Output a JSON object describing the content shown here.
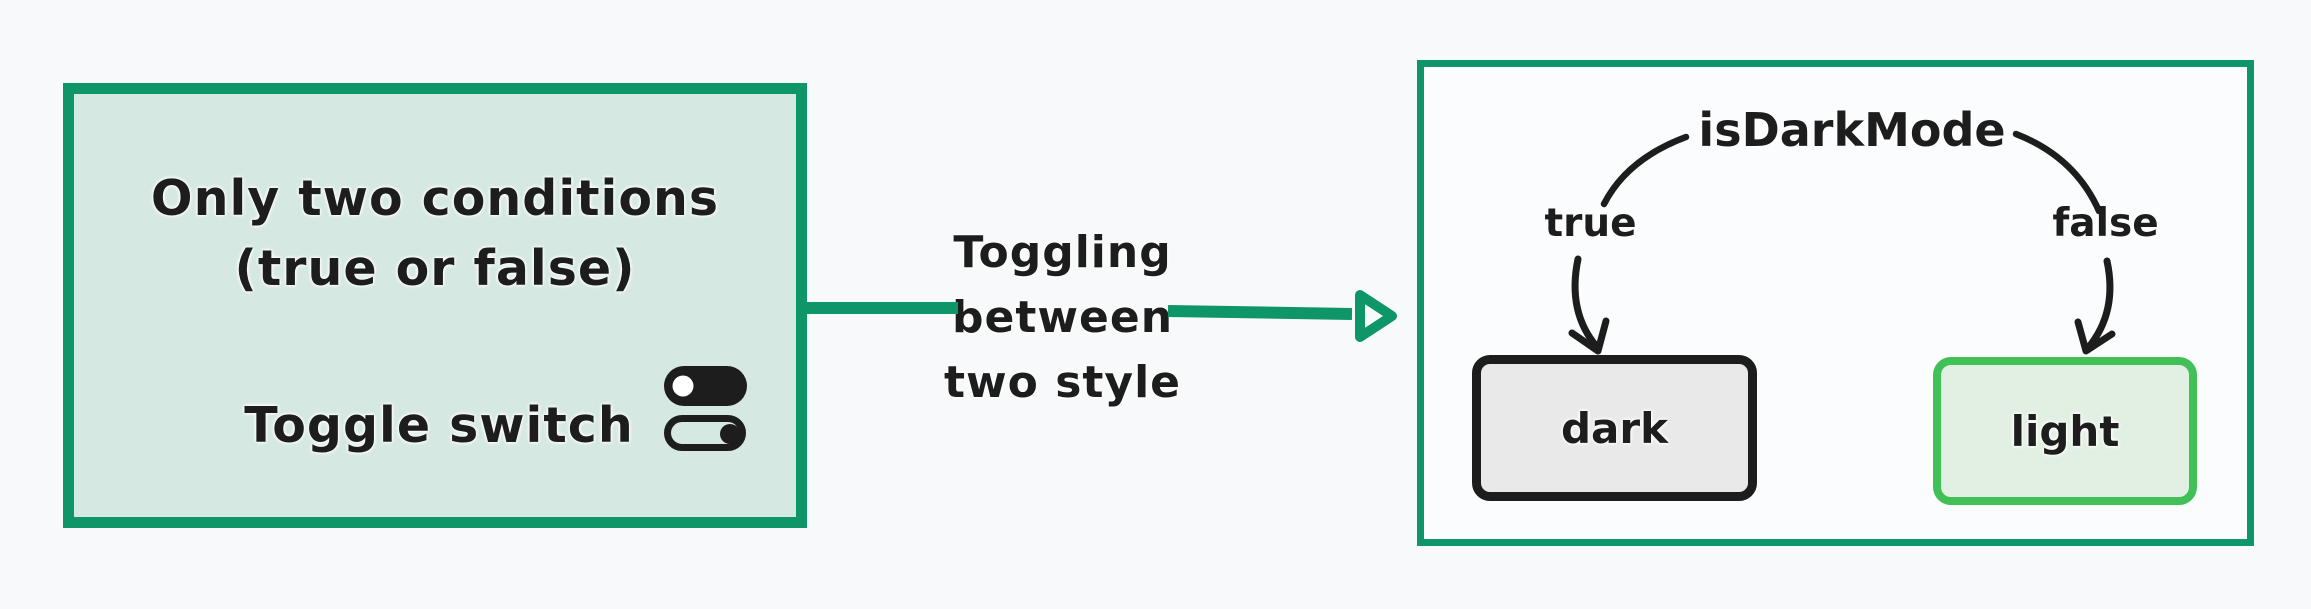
{
  "diagram": {
    "left_box": {
      "heading_line1": "Only two conditions",
      "heading_line2": "(true or false)",
      "toggle_label": "Toggle switch",
      "icon": "toggle-switch-icon"
    },
    "connector": {
      "line1": "Toggling",
      "line2": "between",
      "line3": "two style",
      "arrow_direction": "right"
    },
    "right_box": {
      "title": "isDarkMode",
      "branch_true": "true",
      "branch_false": "false",
      "node_dark": "dark",
      "node_light": "light"
    },
    "colors": {
      "teal_green": "#0e9568",
      "bright_green": "#40c057",
      "mint_fill": "#d5e8e1",
      "light_green_fill": "#e2f0e3",
      "gray_fill": "#e9e9e9",
      "ink": "#1d1d1d",
      "background": "#f8f9fa"
    }
  }
}
